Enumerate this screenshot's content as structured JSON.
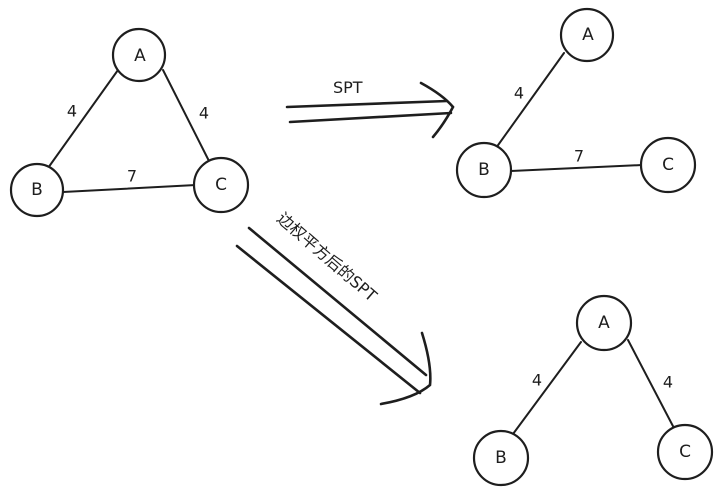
{
  "graphs": {
    "original": {
      "nodes": [
        {
          "id": "A",
          "label": "A"
        },
        {
          "id": "B",
          "label": "B"
        },
        {
          "id": "C",
          "label": "C"
        }
      ],
      "edges": [
        {
          "from": "A",
          "to": "B",
          "weight": "4"
        },
        {
          "from": "A",
          "to": "C",
          "weight": "4"
        },
        {
          "from": "B",
          "to": "C",
          "weight": "7"
        }
      ]
    },
    "spt": {
      "nodes": [
        {
          "id": "A",
          "label": "A"
        },
        {
          "id": "B",
          "label": "B"
        },
        {
          "id": "C",
          "label": "C"
        }
      ],
      "edges": [
        {
          "from": "A",
          "to": "B",
          "weight": "4"
        },
        {
          "from": "B",
          "to": "C",
          "weight": "7"
        }
      ]
    },
    "squared_spt": {
      "nodes": [
        {
          "id": "A",
          "label": "A"
        },
        {
          "id": "B",
          "label": "B"
        },
        {
          "id": "C",
          "label": "C"
        }
      ],
      "edges": [
        {
          "from": "A",
          "to": "B",
          "weight": "4"
        },
        {
          "from": "A",
          "to": "C",
          "weight": "4"
        }
      ]
    }
  },
  "arrows": {
    "spt_label": "SPT",
    "squared_label": "边权平方后的SPT"
  }
}
